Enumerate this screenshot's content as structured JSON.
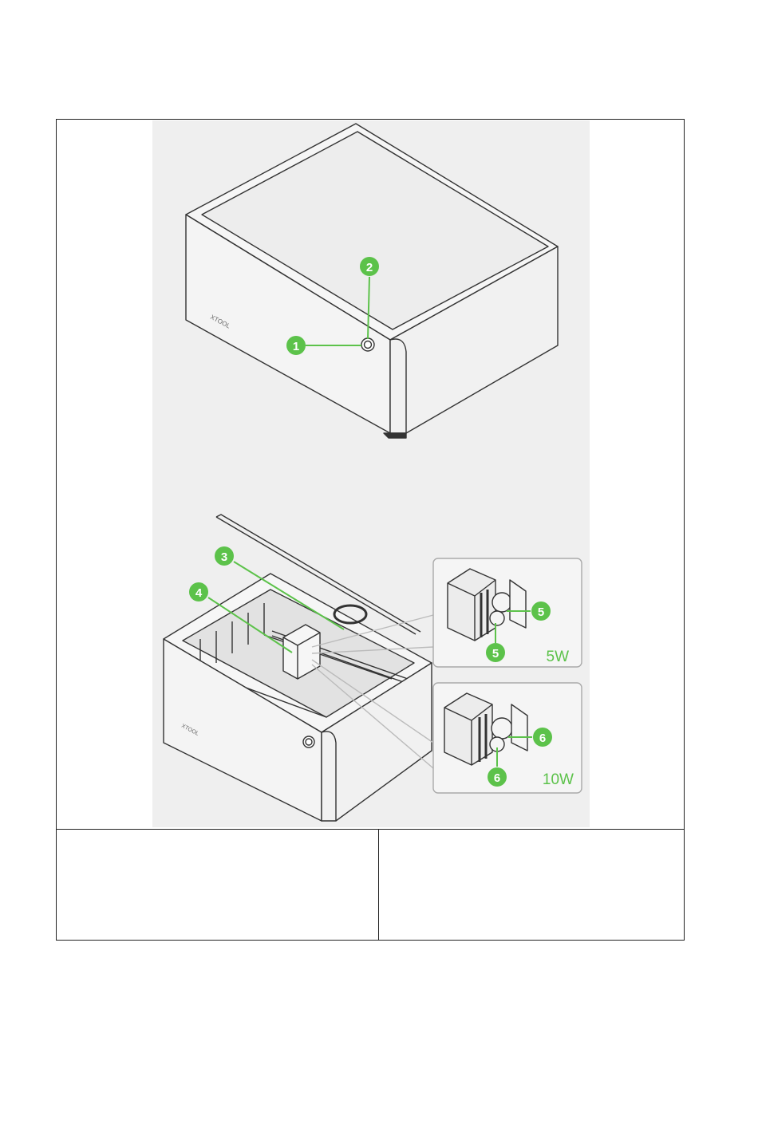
{
  "figure": {
    "brand_mark": "XTOOL",
    "callouts": [
      "1",
      "2",
      "3",
      "4",
      "5",
      "6",
      "5",
      "6"
    ],
    "inset_5w_label": "5W",
    "inset_10w_label": "10W",
    "accent_color": "#5cc24a",
    "line_color": "#333333",
    "icons": [
      "laser-engraver-closed-icon",
      "laser-engraver-open-icon",
      "laser-module-5w-icon",
      "laser-module-10w-icon"
    ]
  },
  "table": {
    "cell_left": "",
    "cell_right": ""
  }
}
